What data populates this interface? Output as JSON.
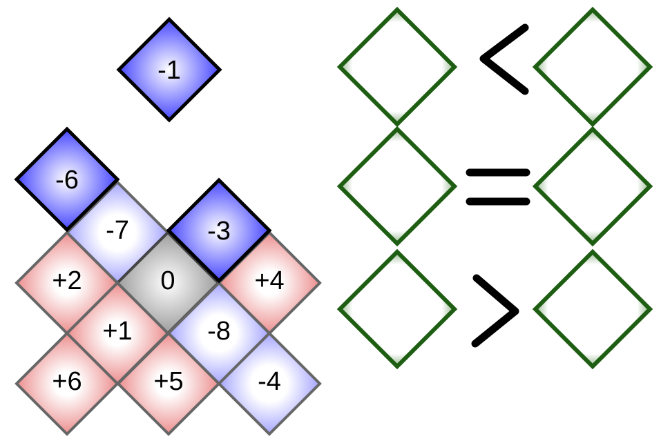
{
  "palette_tile": {
    "label": "-1",
    "color": "blue"
  },
  "grid_tiles": [
    {
      "label": "-6",
      "color": "blue"
    },
    {
      "label": "-7",
      "color": "light-blue"
    },
    {
      "label": "-3",
      "color": "blue"
    },
    {
      "label": "+2",
      "color": "red"
    },
    {
      "label": "0",
      "color": "gray"
    },
    {
      "label": "+4",
      "color": "red"
    },
    {
      "label": "+1",
      "color": "red"
    },
    {
      "label": "-8",
      "color": "light-blue"
    },
    {
      "label": "+6",
      "color": "red"
    },
    {
      "label": "+5",
      "color": "red"
    },
    {
      "label": "-4",
      "color": "light-blue"
    }
  ],
  "comparison_rows": [
    {
      "operator": "less-than"
    },
    {
      "operator": "equals"
    },
    {
      "operator": "greater-than"
    }
  ],
  "colors": {
    "blue": "#3a3aff",
    "light_blue": "#c8c8ff",
    "red": "#f2a0a0",
    "gray": "#a8a8a8",
    "slot_border": "#1e5e12"
  }
}
